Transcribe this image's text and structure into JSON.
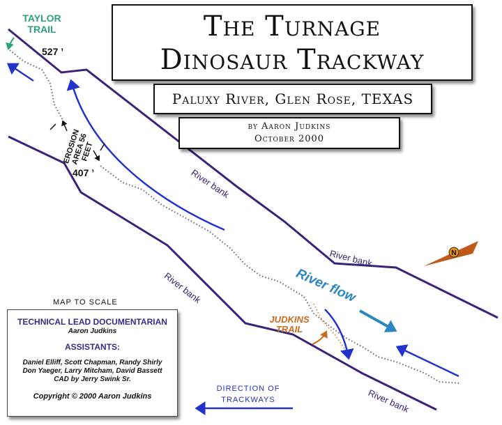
{
  "title": {
    "line1": "The Turnage",
    "line2": "Dinosaur Trackway"
  },
  "subtitle": "Paluxy River, Glen Rose, TEXAS",
  "author": {
    "line1": "by Aaron Judkins",
    "line2": "October 2000"
  },
  "labels": {
    "taylor_trail": "TAYLOR TRAIL",
    "judkins_trail": "JUDKINS TRAIL",
    "measure_top": "527 ’",
    "measure_bottom": "407 ’",
    "erosion_area": "EROSION AREA 56 FEET",
    "river_bank": "River bank",
    "river_flow": "River flow",
    "map_to_scale": "MAP TO SCALE",
    "direction_of_trackways": "DIRECTION OF TRACKWAYS",
    "north": "N"
  },
  "credits": {
    "heading": "TECHNICAL LEAD DOCUMENTARIAN",
    "lead_name": "Aaron Judkins",
    "assistants_heading": "ASSISTANTS:",
    "assistants_line1": "Daniel Elliff, Scott Chapman, Randy Shirly",
    "assistants_line2": "Don Yaeger, Larry Mitcham, David Bassett",
    "cad": "CAD by Jerry Swink Sr.",
    "copyright": "Copyright © 2000 Aaron Judkins"
  },
  "colors": {
    "river_bank": "#3b2178",
    "trackway_arrow": "#2233cc",
    "river_flow": "#2b86c2",
    "taylor_trail": "#2aa27a",
    "judkins_trail": "#cc6a1a",
    "north_arrow": "#4a2a8a",
    "north_circle": "#e08a1a"
  }
}
